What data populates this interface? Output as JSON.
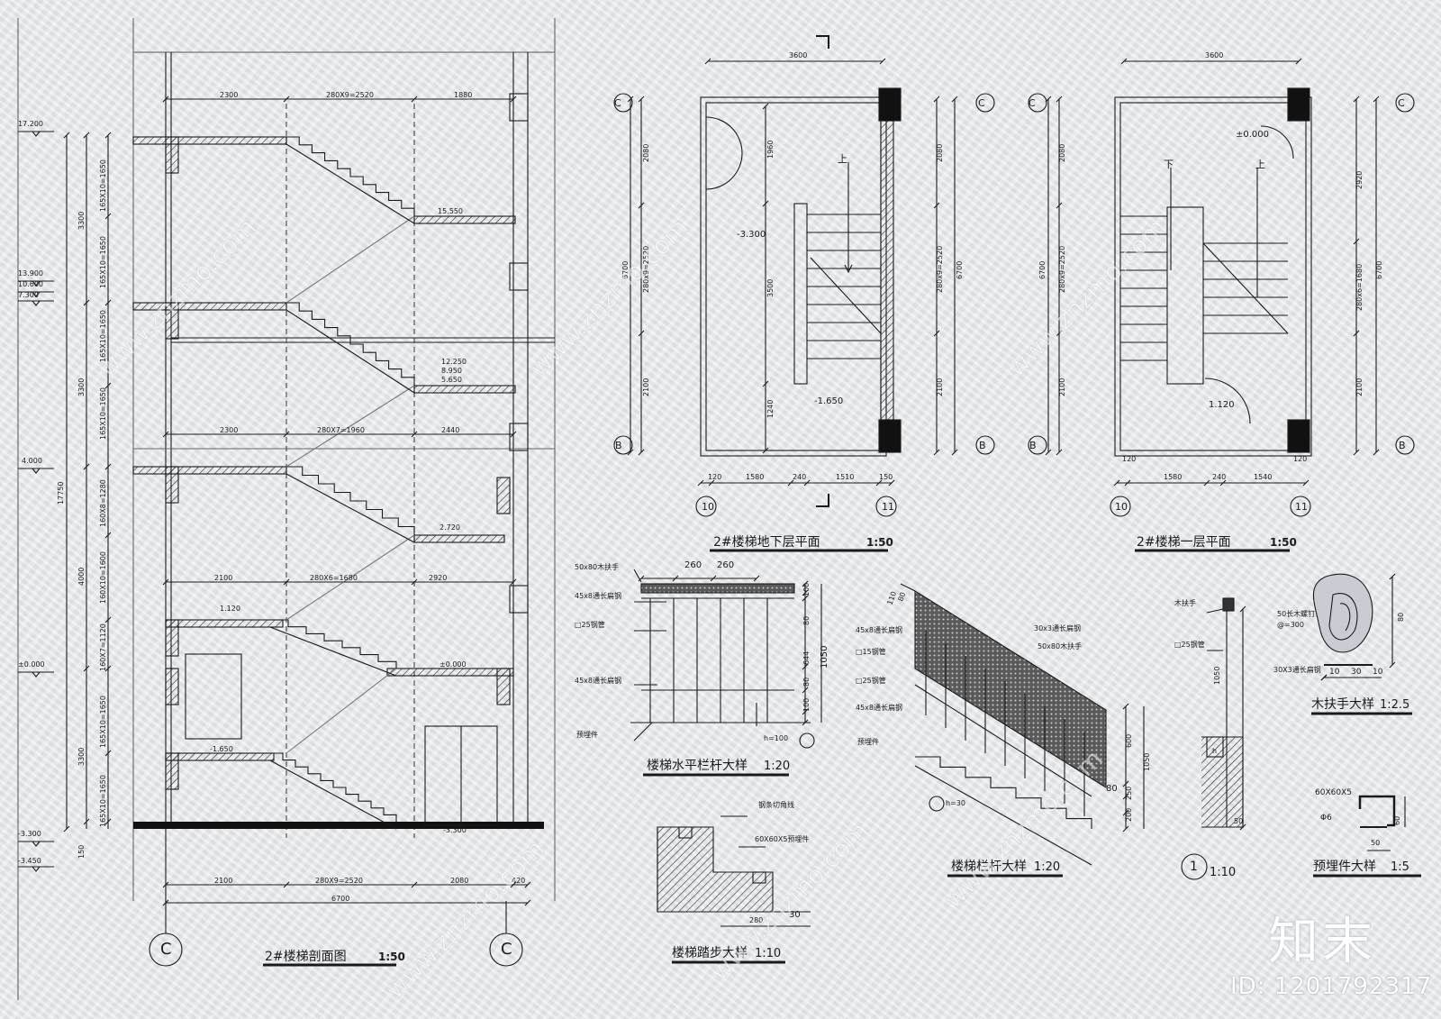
{
  "section": {
    "title": "2#楼梯剖面图",
    "scale": "1:50",
    "levels": [
      "17.200",
      "13.900",
      "10.600",
      "7.300",
      "4.000",
      "±0.000",
      "-3.300",
      "-3.450"
    ],
    "level_tags": [
      "15.550",
      "12.250",
      "8.950",
      "5.650",
      "2.720",
      "1.120",
      "±0.000",
      "-1.650",
      "-3.300"
    ],
    "heights_a": [
      "3300",
      "3300",
      "4000",
      "3300"
    ],
    "total_height": "17750",
    "heights_b": [
      "165X10=1650",
      "165X10=1650",
      "165X10=1650",
      "165X10=1650",
      "160X8=1280",
      "160X10=1600",
      "160X7=1120",
      "165X10=1650",
      "165X10=1650"
    ],
    "base_offset": "150",
    "dim_top": [
      "2300",
      "280X9=2520",
      "1880"
    ],
    "dim_mid": [
      "2300",
      "280X7=1960",
      "2440"
    ],
    "dim_low": [
      "2100",
      "280X6=1680",
      "2920"
    ],
    "dim_bottom": [
      "2100",
      "280X9=2520",
      "2080",
      "420"
    ],
    "dim_total": "6700",
    "axis": [
      "C",
      "C"
    ]
  },
  "plan_basement": {
    "title": "2#楼梯地下层平面",
    "scale": "1:50",
    "width": "3600",
    "left_dims": [
      "2080",
      "280x9=2520",
      "2100"
    ],
    "total": "6700",
    "inner_dims": [
      "1960",
      "3500",
      "1240"
    ],
    "right_dims": [
      "2080",
      "280x9=2520",
      "2100"
    ],
    "bottom_dims": [
      "120",
      "1580",
      "240",
      "1510",
      "150"
    ],
    "levels": [
      "-3.300",
      "-1.650"
    ],
    "up_label": "上",
    "axes": [
      "C",
      "C",
      "B",
      "B",
      "10",
      "11"
    ]
  },
  "plan_ground": {
    "title": "2#楼梯一层平面",
    "scale": "1:50",
    "width": "3600",
    "left_dims": [
      "2080",
      "280x9=2520",
      "2100"
    ],
    "total": "6700",
    "right_dims": [
      "2920",
      "280x6=1680",
      "2100"
    ],
    "bottom_dims": [
      "120",
      "1580",
      "240",
      "1540"
    ],
    "right_bottom": "120",
    "levels": [
      "±0.000",
      "1.120"
    ],
    "down_label": "下",
    "up_label": "上",
    "axes": [
      "C",
      "C",
      "B",
      "B",
      "10",
      "11"
    ]
  },
  "rail_horizontal": {
    "title": "楼梯水平栏杆大样",
    "scale": "1:20",
    "labels": [
      "50x80木扶手",
      "45x8通长扁钢",
      "□25钢管",
      "45x8通长扁钢",
      "预埋件"
    ],
    "top_dims": [
      "260",
      "260"
    ],
    "side_dims": [
      "100",
      "80",
      "644",
      "80",
      "100"
    ],
    "total": "1050",
    "foot": "h=100"
  },
  "rail_stair": {
    "title": "楼梯栏杆大样",
    "scale": "1:20",
    "labels_left": [
      "45x8通长扁钢",
      "□15钢管",
      "□25钢管",
      "45x8通长扁钢",
      "预埋件"
    ],
    "labels_right": [
      "30x3通长扁钢",
      "50x80木扶手"
    ],
    "top_dims": [
      "110",
      "80"
    ],
    "right_dims": [
      "600",
      "80",
      "250",
      "200"
    ],
    "total": "1050",
    "foot": "h=30"
  },
  "tread": {
    "title": "楼梯踏步大样",
    "scale": "1:10",
    "labels": [
      "钢条切角线",
      "60X60X5预埋件"
    ],
    "dims": [
      "280",
      "30"
    ]
  },
  "detail_one": {
    "labels": [
      "木扶手",
      "□25钢管"
    ],
    "dims": [
      "1050",
      "h",
      "50"
    ],
    "tag": "1",
    "scale": "1:10"
  },
  "handrail": {
    "title": "木扶手大样",
    "scale": "1:2.5",
    "labels": [
      "50长木螺钉",
      "@=300",
      "30X3通长扁钢"
    ],
    "dims": [
      "80",
      "10",
      "30",
      "10"
    ]
  },
  "embed": {
    "title": "预埋件大样",
    "scale": "1:5",
    "labels": [
      "60X60X5",
      "Φ6"
    ],
    "dims": [
      "60",
      "50"
    ]
  },
  "watermark": {
    "text": "www.znzmo.com",
    "logo": "知末",
    "id": "ID: 1201792317"
  },
  "colors": {
    "line": "#1a1a1a",
    "paper": "#e9ebef",
    "hatch": "#333333"
  }
}
